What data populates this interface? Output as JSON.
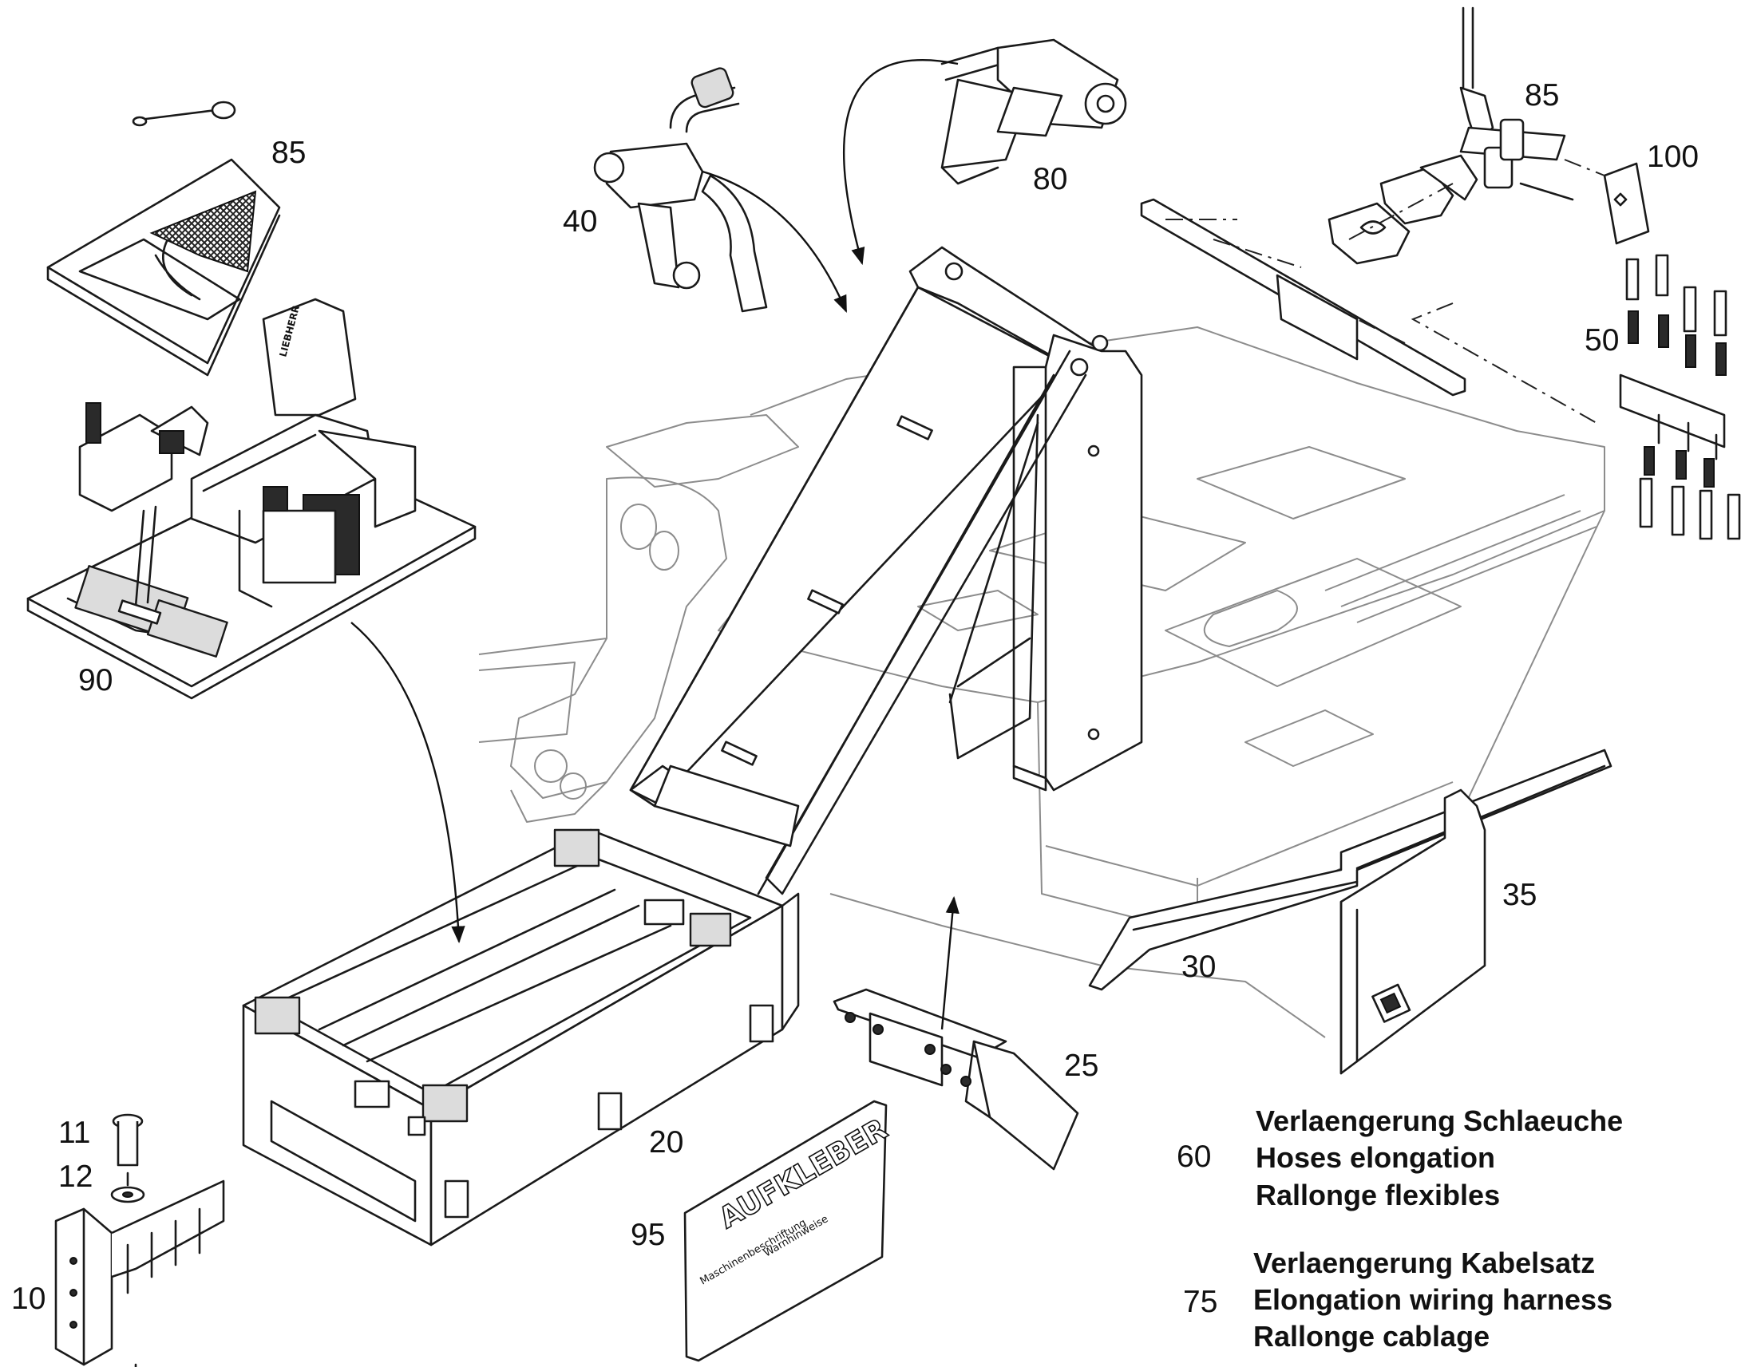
{
  "callouts": [
    {
      "id": "c85a",
      "text": "85"
    },
    {
      "id": "c90",
      "text": "90"
    },
    {
      "id": "c40",
      "text": "40"
    },
    {
      "id": "c80",
      "text": "80"
    },
    {
      "id": "c85b",
      "text": "85"
    },
    {
      "id": "c100",
      "text": "100"
    },
    {
      "id": "c50",
      "text": "50"
    },
    {
      "id": "c35",
      "text": "35"
    },
    {
      "id": "c30",
      "text": "30"
    },
    {
      "id": "c25",
      "text": "25"
    },
    {
      "id": "c20",
      "text": "20"
    },
    {
      "id": "c95",
      "text": "95"
    },
    {
      "id": "c11",
      "text": "11"
    },
    {
      "id": "c12",
      "text": "12"
    },
    {
      "id": "c10",
      "text": "10"
    }
  ],
  "legend": [
    {
      "number": "60",
      "lines": [
        "Verlaengerung Schlaeuche",
        "Hoses elongation",
        "Rallonge flexibles"
      ]
    },
    {
      "number": "75",
      "lines": [
        "Verlaengerung Kabelsatz",
        "Elongation wiring harness",
        "Rallonge cablage"
      ]
    }
  ],
  "sticker_sheet": {
    "title": "AUFKLEBER",
    "label_left": "Maschinenbeschriftung",
    "label_right": "Warnhinweise"
  },
  "seat_brand": "LIEBHERR"
}
